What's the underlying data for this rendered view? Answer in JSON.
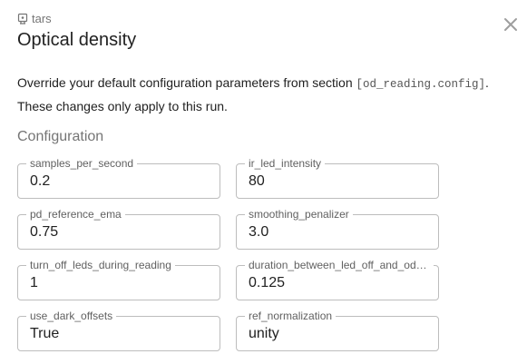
{
  "dialog": {
    "unit": "tars",
    "title": "Optical density",
    "description_prefix": "Override your default configuration parameters from section",
    "config_section": "[od_reading.config]",
    "description_suffix": ".",
    "description_line2": "These changes only apply to this run.",
    "section_heading": "Configuration"
  },
  "fields": [
    {
      "label": "samples_per_second",
      "value": "0.2"
    },
    {
      "label": "ir_led_intensity",
      "value": "80"
    },
    {
      "label": "pd_reference_ema",
      "value": "0.75"
    },
    {
      "label": "smoothing_penalizer",
      "value": "3.0"
    },
    {
      "label": "turn_off_leds_during_reading",
      "value": "1"
    },
    {
      "label": "duration_between_led_off_and_od_…",
      "value": "0.125"
    },
    {
      "label": "use_dark_offsets",
      "value": "True"
    },
    {
      "label": "ref_normalization",
      "value": "unity"
    }
  ],
  "icons": {
    "unit": "raspberry-pi-icon",
    "close": "close-icon"
  },
  "colors": {
    "border": "#bdbdbd",
    "muted": "#757575",
    "text": "#212121"
  }
}
